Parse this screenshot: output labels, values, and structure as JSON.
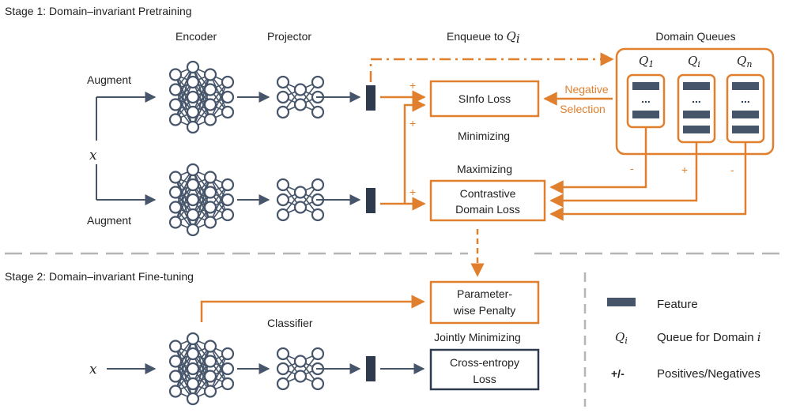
{
  "stage1": {
    "title": "Stage 1: Domain–invariant Pretraining",
    "encoder_label": "Encoder",
    "projector_label": "Projector",
    "augment_top": "Augment",
    "augment_bottom": "Augment",
    "x_symbol": "x",
    "enqueue_label": "Enqueue to ",
    "enqueue_q": "Q",
    "enqueue_sub": "i",
    "sinfo_loss": "SInfo Loss",
    "minimizing": "Minimizing",
    "maximizing": "Maximizing",
    "contrastive_line1": "Contrastive",
    "contrastive_line2": "Domain Loss",
    "negative_line1": "Negative",
    "negative_line2": "Selection",
    "plus": "+",
    "minus": "-",
    "domain_queues": "Domain Queues",
    "queue_labels": [
      {
        "q": "Q",
        "sub": "1"
      },
      {
        "q": "Q",
        "sub": "i"
      },
      {
        "q": "Q",
        "sub": "n"
      }
    ],
    "ellipsis": "...",
    "queue_signs": [
      "-",
      "+",
      "-"
    ]
  },
  "stage2": {
    "title": "Stage 2: Domain–invariant Fine-tuning",
    "x_symbol": "x",
    "classifier_label": "Classifier",
    "penalty_line1": "Parameter-",
    "penalty_line2": "wise Penalty",
    "jointly": "Jointly Minimizing",
    "ce_line1": "Cross-entropy",
    "ce_line2": "Loss"
  },
  "legend": {
    "feature": "Feature",
    "queue_symbol": "Q",
    "queue_sub": "i",
    "queue_desc": "Queue for Domain ",
    "queue_desc_i": "i",
    "pm_symbol": "+/-",
    "pm_desc": "Positives/Negatives"
  },
  "colors": {
    "orange": "#E0802F",
    "navy": "#46556A",
    "dark": "#2E3B4E",
    "grey": "#B5B5B5"
  }
}
